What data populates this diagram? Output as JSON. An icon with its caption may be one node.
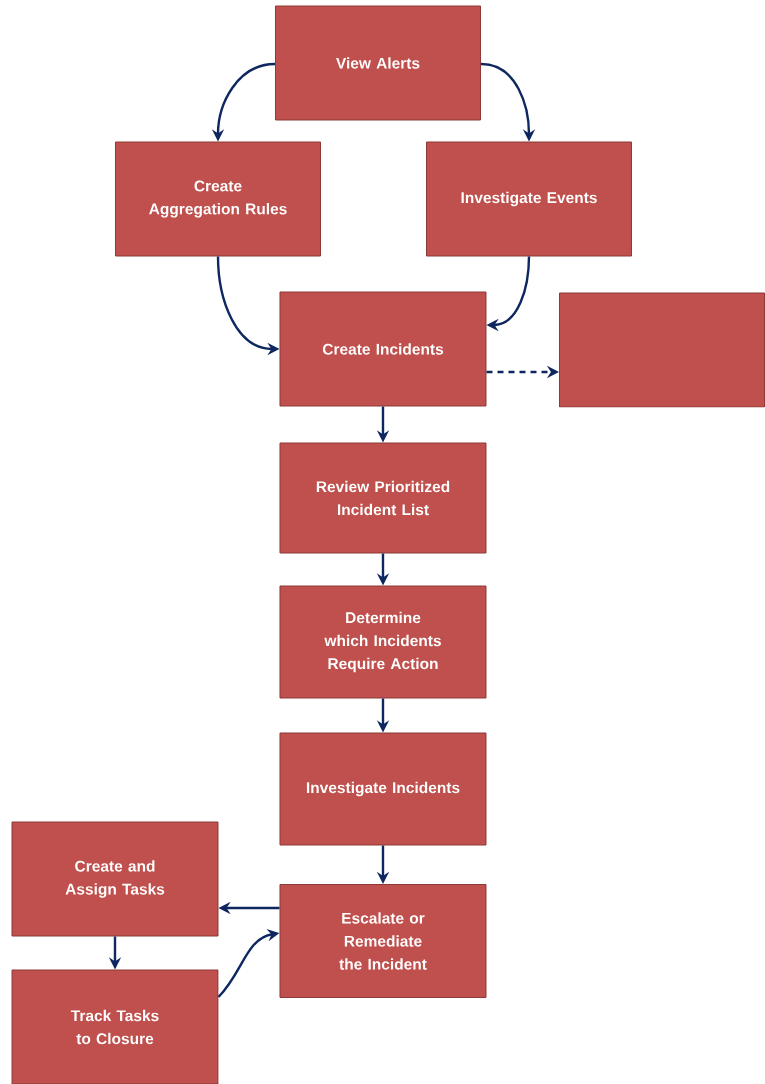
{
  "diagram": {
    "nodes": [
      {
        "text": [
          "View Alerts"
        ]
      },
      {
        "text": [
          "Create Aggregation Rules"
        ]
      },
      {
        "text": [
          "Investigate Events"
        ]
      },
      {
        "text": [
          "Create Incidents"
        ]
      },
      {
        "text": [],
        "shape": "box"
      },
      {
        "text": [
          "Review Prioritized Incident List"
        ]
      },
      {
        "text": [
          "Determine which Incidents Require Action"
        ]
      },
      {
        "text": [
          "Investigate Incidents"
        ]
      },
      {
        "text": [
          "Escalate or Remediate the Incident"
        ]
      },
      {
        "text": [
          "Create and Assign Tasks"
        ]
      },
      {
        "text": [
          "Track Tasks to Closure"
        ]
      }
    ],
    "edges": [
      {
        "from": 0,
        "to": 1,
        "arrow": "to"
      },
      {
        "from": 0,
        "to": 2,
        "arrow": "to"
      },
      {
        "from": 1,
        "to": 3,
        "arrow": "to"
      },
      {
        "from": 2,
        "to": 3,
        "arrow": "to"
      },
      {
        "from": 3,
        "to": 4,
        "arrow": "to",
        "style": "dashed"
      },
      {
        "from": 3,
        "to": 5,
        "arrow": "to"
      },
      {
        "from": 5,
        "to": 6,
        "arrow": "to"
      },
      {
        "from": 6,
        "to": 7,
        "arrow": "to"
      },
      {
        "from": 7,
        "to": 8,
        "arrow": "to"
      },
      {
        "from": 8,
        "to": 9,
        "arrow": "to"
      },
      {
        "from": 9,
        "to": 10,
        "arrow": "to"
      },
      {
        "from": 10,
        "to": 8,
        "arrow": "to"
      }
    ]
  }
}
